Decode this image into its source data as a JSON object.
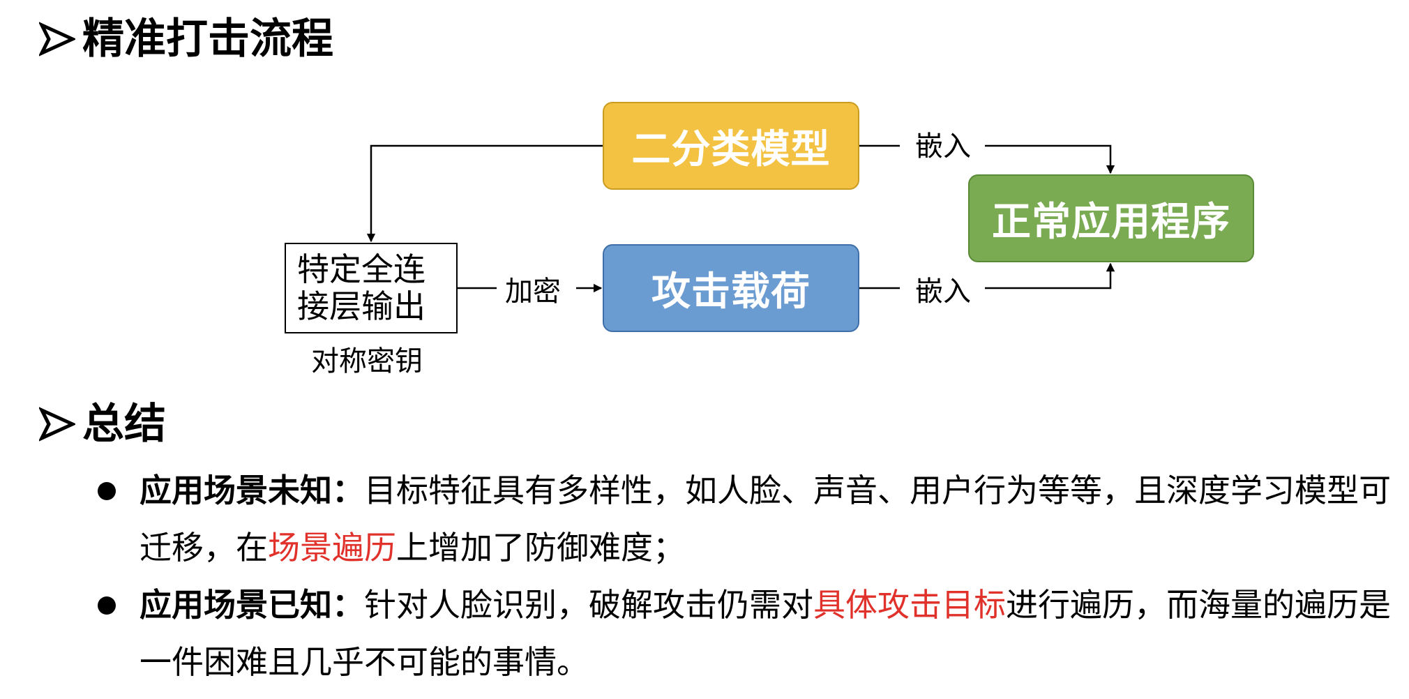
{
  "heading1": "精准打击流程",
  "heading2": "总结",
  "diagram": {
    "box_binary": "二分类模型",
    "box_payload": "攻击载荷",
    "box_app": "正常应用程序",
    "box_fc_line1": "特定全连",
    "box_fc_line2": "接层输出",
    "label_embed_1": "嵌入",
    "label_embed_2": "嵌入",
    "label_encrypt": "加密",
    "label_key": "对称密钥"
  },
  "bullets": [
    {
      "lead": "应用场景未知：",
      "text_before": "目标特征具有多样性，如人脸、声音、用户行为等等，且深度学习模型可迁移，在",
      "highlight": "场景遍历",
      "text_after": "上增加了防御难度；"
    },
    {
      "lead": "应用场景已知：",
      "text_before": "针对人脸识别，破解攻击仍需对",
      "highlight": "具体攻击目标",
      "text_after": "进行遍历，而海量的遍历是一件困难且几乎不可能的事情。"
    }
  ],
  "colors": {
    "binary_fill": "#f4c242",
    "payload_fill": "#6a9bd1",
    "app_fill": "#7aab52",
    "highlight": "#e0312b"
  }
}
